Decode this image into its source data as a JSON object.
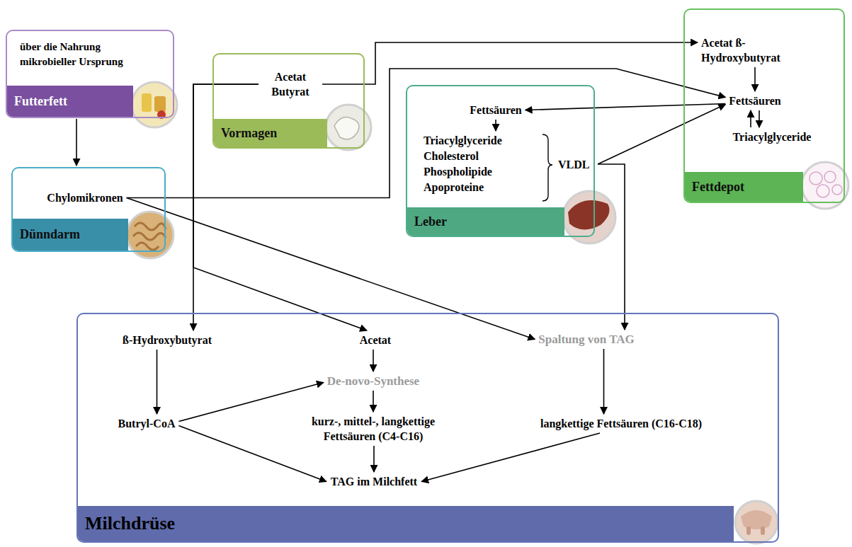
{
  "diagram": {
    "nodes": [
      {
        "text": [
          "über die Nahrung mikrobieller Ursprung",
          "Futterfett"
        ]
      },
      {
        "text": [
          "Vormagen"
        ]
      },
      {
        "text": [
          "Acetat Butyrat"
        ],
        "in": 1
      },
      {
        "text": [
          "Dünndarm"
        ]
      },
      {
        "text": [
          "Chylomikronen"
        ],
        "in": 3
      },
      {
        "text": [
          "Leber"
        ]
      },
      {
        "text": [
          "Fettsäuren"
        ],
        "in": 5
      },
      {
        "text": [
          "Triacylglyceride Cholesterol Phospholipide Apoproteine",
          "VLDL"
        ],
        "in": 5
      },
      {
        "text": [
          "Fettdepot"
        ]
      },
      {
        "text": [
          "Acetat ß-Hydroxybutyrat"
        ],
        "in": 8
      },
      {
        "text": [
          "Fettsäuren"
        ],
        "in": 8
      },
      {
        "text": [
          "Triacylglyceride"
        ],
        "in": 8
      },
      {
        "text": [
          "Milchdrüse"
        ]
      },
      {
        "text": [
          "ß-Hydroxybutyrat"
        ],
        "in": 12
      },
      {
        "text": [
          "Acetat"
        ],
        "in": 12
      },
      {
        "text": [
          "Spaltung von TAG"
        ],
        "in": 12
      },
      {
        "text": [
          "Butryl-CoA"
        ],
        "in": 12
      },
      {
        "text": [
          "De-novo-Synthese"
        ],
        "in": 12
      },
      {
        "text": [
          "kurz-, mittel-, langkettige Fettsäuren (C4-C16)"
        ],
        "in": 12
      },
      {
        "text": [
          "langkettige Fettsäuren (C16-C18)"
        ],
        "in": 12
      },
      {
        "text": [
          "TAG im Milchfett"
        ],
        "in": 12
      }
    ],
    "edges": [
      {
        "from": 0,
        "to": 3,
        "arrow": "to"
      },
      {
        "from": 2,
        "to": 13,
        "arrow": "to"
      },
      {
        "from": 2,
        "to": 14,
        "arrow": "to"
      },
      {
        "from": 2,
        "to": 9,
        "arrow": "to"
      },
      {
        "from": 4,
        "to": 15,
        "arrow": "to"
      },
      {
        "from": 4,
        "to": 10,
        "arrow": "to"
      },
      {
        "from": 10,
        "to": 6,
        "arrow": "to"
      },
      {
        "from": 7,
        "to": 10,
        "arrow": "to"
      },
      {
        "from": 7,
        "to": 15,
        "arrow": "to"
      },
      {
        "from": 6,
        "to": 7,
        "arrow": "to"
      },
      {
        "from": 9,
        "to": 10,
        "arrow": "to"
      },
      {
        "from": 10,
        "to": 11,
        "arrow": "to"
      },
      {
        "from": 11,
        "to": 10,
        "arrow": "to"
      },
      {
        "from": 13,
        "to": 16,
        "arrow": "to"
      },
      {
        "from": 16,
        "to": 17,
        "arrow": "to"
      },
      {
        "from": 16,
        "to": 20,
        "arrow": "to"
      },
      {
        "from": 14,
        "to": 17,
        "arrow": "to"
      },
      {
        "from": 17,
        "to": 18,
        "arrow": "to"
      },
      {
        "from": 18,
        "to": 20,
        "arrow": "to"
      },
      {
        "from": 15,
        "to": 19,
        "arrow": "to"
      },
      {
        "from": 19,
        "to": 20,
        "arrow": "to"
      }
    ]
  }
}
